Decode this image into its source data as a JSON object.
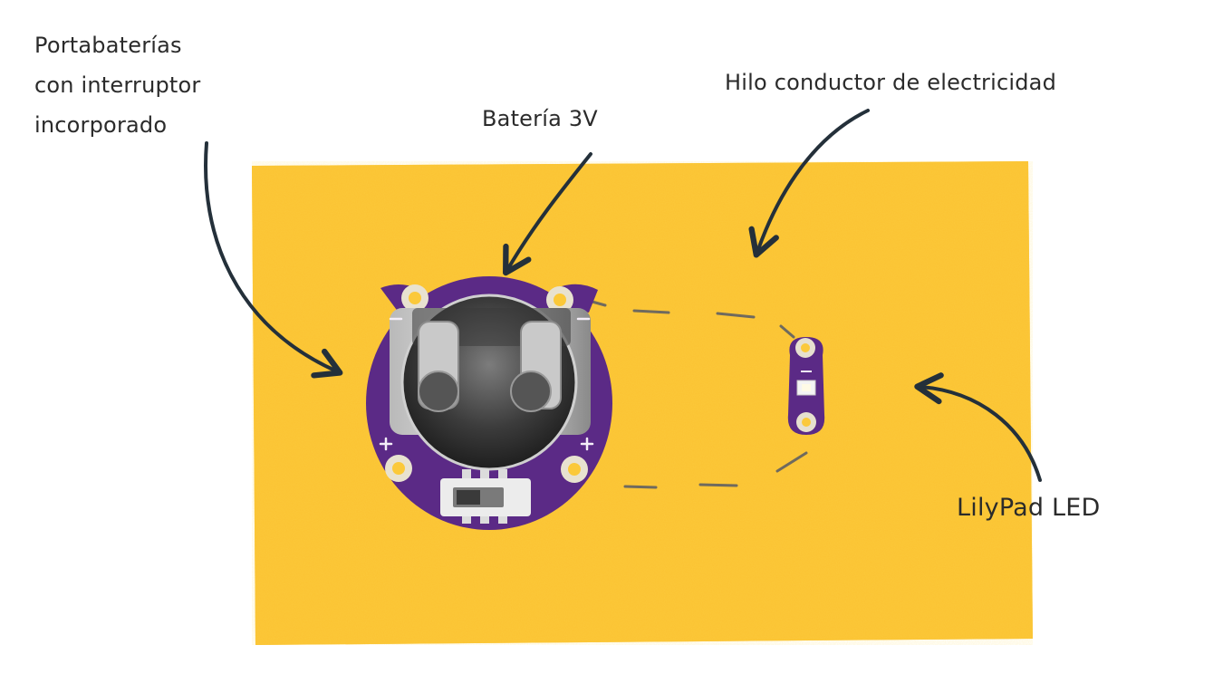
{
  "labels": {
    "holder": [
      "Portabaterías",
      "con interruptor",
      "incorporado"
    ],
    "battery": "Batería 3V",
    "thread": "Hilo conductor de electricidad",
    "led": "LilyPad LED"
  },
  "colors": {
    "felt": "#fbc93a",
    "board": "#5b2a86",
    "arrow": "#24303a",
    "text": "#2b2b2b"
  },
  "icons": [
    "arrow-icon",
    "battery-holder",
    "lilypad-led"
  ]
}
